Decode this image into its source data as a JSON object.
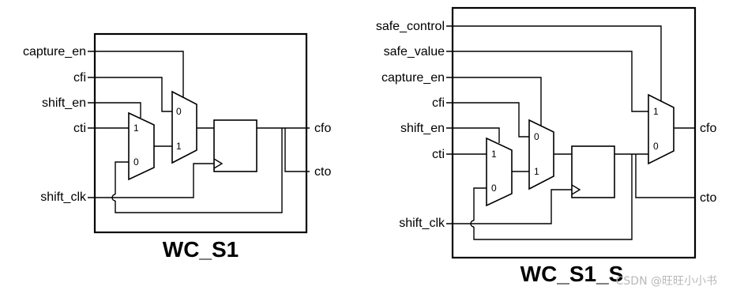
{
  "left": {
    "title": "WC_S1",
    "inputs": [
      "capture_en",
      "cfi",
      "shift_en",
      "cti",
      "shift_clk"
    ],
    "outputs": [
      "cfo",
      "cto"
    ]
  },
  "right": {
    "title": "WC_S1_S",
    "inputs": [
      "safe_control",
      "safe_value",
      "capture_en",
      "cfi",
      "shift_en",
      "cti",
      "shift_clk"
    ],
    "outputs": [
      "cfo",
      "cto"
    ]
  },
  "mux_pins": {
    "one": "1",
    "zero": "0"
  },
  "watermark": "CSDN @旺旺小小书"
}
